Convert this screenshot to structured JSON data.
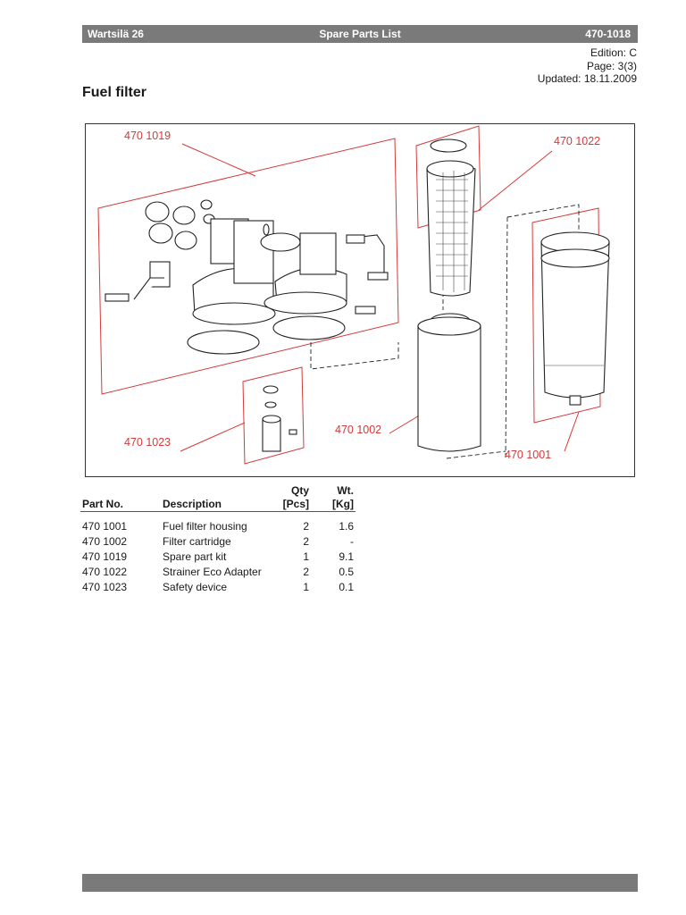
{
  "header": {
    "left": "Wartsilä 26",
    "center": "Spare Parts List",
    "right": "470-1018"
  },
  "meta": {
    "edition": "Edition: C",
    "page": "Page: 3(3)",
    "updated": "Updated: 18.11.2009"
  },
  "title": "Fuel filter",
  "figure": {
    "accent_color": "#d43a3a",
    "callouts": {
      "c1019": "470 1019",
      "c1022": "470 1022",
      "c1023": "470 1023",
      "c1002": "470 1002",
      "c1001": "470 1001"
    }
  },
  "table": {
    "headers": {
      "part": "Part No.",
      "desc": "Description",
      "qty_top": "Qty",
      "qty_bot": "[Pcs]",
      "wt_top": "Wt.",
      "wt_bot": "[Kg]"
    },
    "rows": [
      {
        "part": "470 1001",
        "desc": "Fuel filter housing",
        "qty": "2",
        "wt": "1.6"
      },
      {
        "part": "470 1002",
        "desc": "Filter cartridge",
        "qty": "2",
        "wt": "-"
      },
      {
        "part": "470 1019",
        "desc": "Spare part kit",
        "qty": "1",
        "wt": "9.1"
      },
      {
        "part": "470 1022",
        "desc": "Strainer Eco Adapter",
        "qty": "2",
        "wt": "0.5"
      },
      {
        "part": "470 1023",
        "desc": "Safety device",
        "qty": "1",
        "wt": "0.1"
      }
    ]
  }
}
